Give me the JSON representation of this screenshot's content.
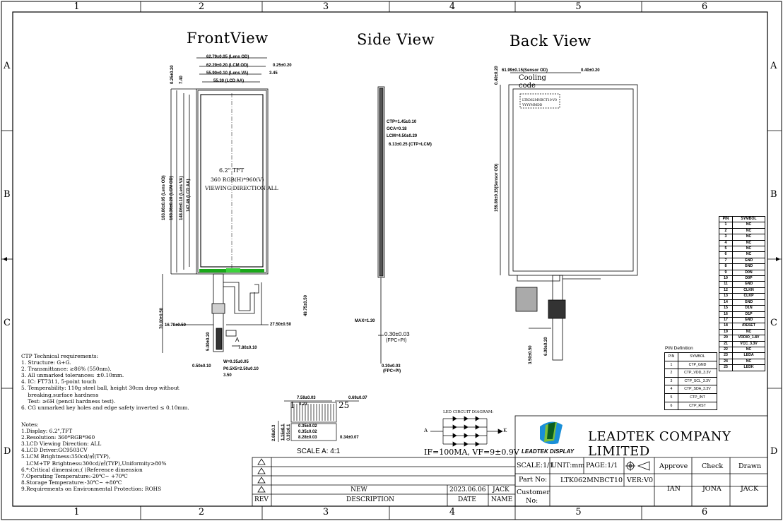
{
  "drawing": {
    "columns": [
      "1",
      "2",
      "3",
      "4",
      "5",
      "6"
    ],
    "rows": [
      "A",
      "B",
      "C",
      "D"
    ],
    "views": {
      "front": "FrontView",
      "side": "Side View",
      "back": "Back View"
    }
  },
  "front_dims": {
    "lens_od_w": "62.79±0.05 (Lens OD)",
    "lcm_od_w": "62.29±0.20 (LCM OD)",
    "lens_va_w": "55.90±0.10 (Lens VA)",
    "lcd_aa_w": "55.30 (LCD AA)",
    "right_gap": "0.25±0.20",
    "right_va": "3.45",
    "top_gap": "0.25±0.20",
    "top_va": "7.40",
    "lens_od_h": "163.86±0.05 (Lens OD)",
    "lcm_od_h": "163.36±0.20 (LCM OD)",
    "lens_va_h": "148.06±0.10 (Lens VA)",
    "lcd_aa_h": "147.46 (LCD AA)",
    "display_line1": "6.2\" TFT",
    "display_line2": "360 RGB(H)*960(V)",
    "display_line3": "VIEWING DIRECTION:ALL",
    "fpc_total": "70.00±0.50",
    "fpc_left": "16.78±0.50",
    "fpc_len": "49.75±0.50",
    "fpc_w": "27.50±0.50",
    "fpc_pitch": "7.80±0.10",
    "fpc_gold": "5.00±0.20",
    "fpc_a": "A",
    "w": "W=0.35±0.05",
    "p": "P0.5X5=2.50±0.10",
    "end_w": "0.50±0.10",
    "end_t": "3.50"
  },
  "side_dims": {
    "ctp": "CTP=1.45±0.10",
    "oca": "OCA=0.18",
    "lcm": "LCM=4.50±0.20",
    "total": "6.13±0.25 (CTP+LCM)",
    "max": "MAX=1.30",
    "fpc1": "0.30±0.03",
    "fpc1b": "(FPC+PI)",
    "fpc2": "0.30±0.03",
    "fpc2b": "(FPC+PI)"
  },
  "back_dims": {
    "sensor_w": "61.99±0.15(Sensor OD)",
    "sensor_gap": "0.40±0.20",
    "top_gap": "0.40±0.20",
    "sensor_h": "159.86±0.15(Sensor OD)",
    "cooling": "Cooling",
    "code": "code",
    "label1": "LTK062MNBCT10-V0",
    "label2": "YYYYMMDD",
    "fpc_h": "3.50±0.50",
    "fpc_h2": "6.00±0.20"
  },
  "pin_table": {
    "headers": [
      "PIN",
      "SYMBOL"
    ],
    "rows": [
      [
        "1",
        "NC"
      ],
      [
        "2",
        "NC"
      ],
      [
        "3",
        "NC"
      ],
      [
        "4",
        "NC"
      ],
      [
        "5",
        "NC"
      ],
      [
        "6",
        "NC"
      ],
      [
        "7",
        "GND"
      ],
      [
        "8",
        "GND"
      ],
      [
        "9",
        "D0N"
      ],
      [
        "10",
        "D0P"
      ],
      [
        "11",
        "GND"
      ],
      [
        "12",
        "CLKN"
      ],
      [
        "13",
        "CLKP"
      ],
      [
        "14",
        "GND"
      ],
      [
        "15",
        "D1N"
      ],
      [
        "16",
        "D1P"
      ],
      [
        "17",
        "GND"
      ],
      [
        "18",
        "/RESET"
      ],
      [
        "19",
        "NC"
      ],
      [
        "20",
        "VDDIO_1.8V"
      ],
      [
        "21",
        "VCC_3.3V"
      ],
      [
        "22",
        "NC"
      ],
      [
        "23",
        "LEDA"
      ],
      [
        "24",
        "NC"
      ],
      [
        "25",
        "LEDK"
      ]
    ]
  },
  "ctp_pin_table": {
    "title": "PIN Definition",
    "headers": [
      "PIN",
      "SYMBOL"
    ],
    "rows": [
      [
        "1",
        "CTP_GND"
      ],
      [
        "2",
        "CTP_VDD_3.3V"
      ],
      [
        "3",
        "CTP_SCL_3.3V"
      ],
      [
        "4",
        "CTP_SDA_3.3V"
      ],
      [
        "5",
        "CTP_INT"
      ],
      [
        "6",
        "CTP_RST"
      ]
    ]
  },
  "ctp_requirements": "CTP Technical requirements:\n1. Structure: G+G.\n2. Transmittance: ≥86% (550nm).\n3. All unmarked tolerances: ±0.10mm.\n4. IC: FT7311, 5-point touch\n5. Temperability: 110g steel ball, height 30cm drop without\n    breaking,surface hardness\n    Test: ≥6H (pencil hardness test).\n6. CG unmarked key holes and edge safety inverted ≤ 0.10mm.",
  "notes": "Notes:\n1.Display: 6.2\",TFT\n2.Resolution: 360*RGB*960\n3.LCD Viewing Direction: ALL\n4.LCD Driver:GC9503CV\n5.LCM Brightness:350cd/㎡(TYP),\n   LCM+TP Brightness:300cd/㎡(TYP),Uniformity≥80%\n6.*:Critical dimension;( )Reference dimension\n7.Operating Temperature:-20℃~ +70℃\n8.Storage Temperature:-30℃~ +80℃\n9.Requirements on Environmental Protection: ROHS",
  "detail": {
    "top": "7.59±0.03",
    "right_top": "0.69±0.07",
    "pin1": "1",
    "pin25": "25",
    "pitch": "0.23",
    "a": "0.35±0.02",
    "b": "0.35±0.02",
    "c": "8.28±0.03",
    "d": "0.34±0.07",
    "e": "2.68±0.3",
    "f": "1.15±0.1",
    "g": "0.35±0.1",
    "scale": "SCALE A: 4:1"
  },
  "led": {
    "title": "LED CIRCUIT DIAGRAM:",
    "a": "A",
    "k": "K",
    "spec": "IF=100MA, VF=9±0.9V"
  },
  "revision": {
    "rev_label": "REV",
    "desc_label": "DESCRIPTION",
    "date_label": "DATE",
    "name_label": "NAME",
    "desc": "NEW",
    "date": "2023.06.06",
    "name": "JACK"
  },
  "title_block": {
    "company": "LEADTEK COMPANY LIMITED",
    "logo_text": "LEADTEK DISPLAY",
    "scale": "SCALE:1/1",
    "unit": "UNIT:mm",
    "page": "PAGE:1/1",
    "part_label": "Part No:",
    "part_no": "LTK062MNBCT10",
    "ver": "VER:V0",
    "customer": "Customer",
    "customer2": "No:",
    "approve": "Approve",
    "check": "Check",
    "drawn": "Drawn",
    "approve_name": "IAN",
    "check_name": "JONA",
    "drawn_name": "JACK"
  }
}
